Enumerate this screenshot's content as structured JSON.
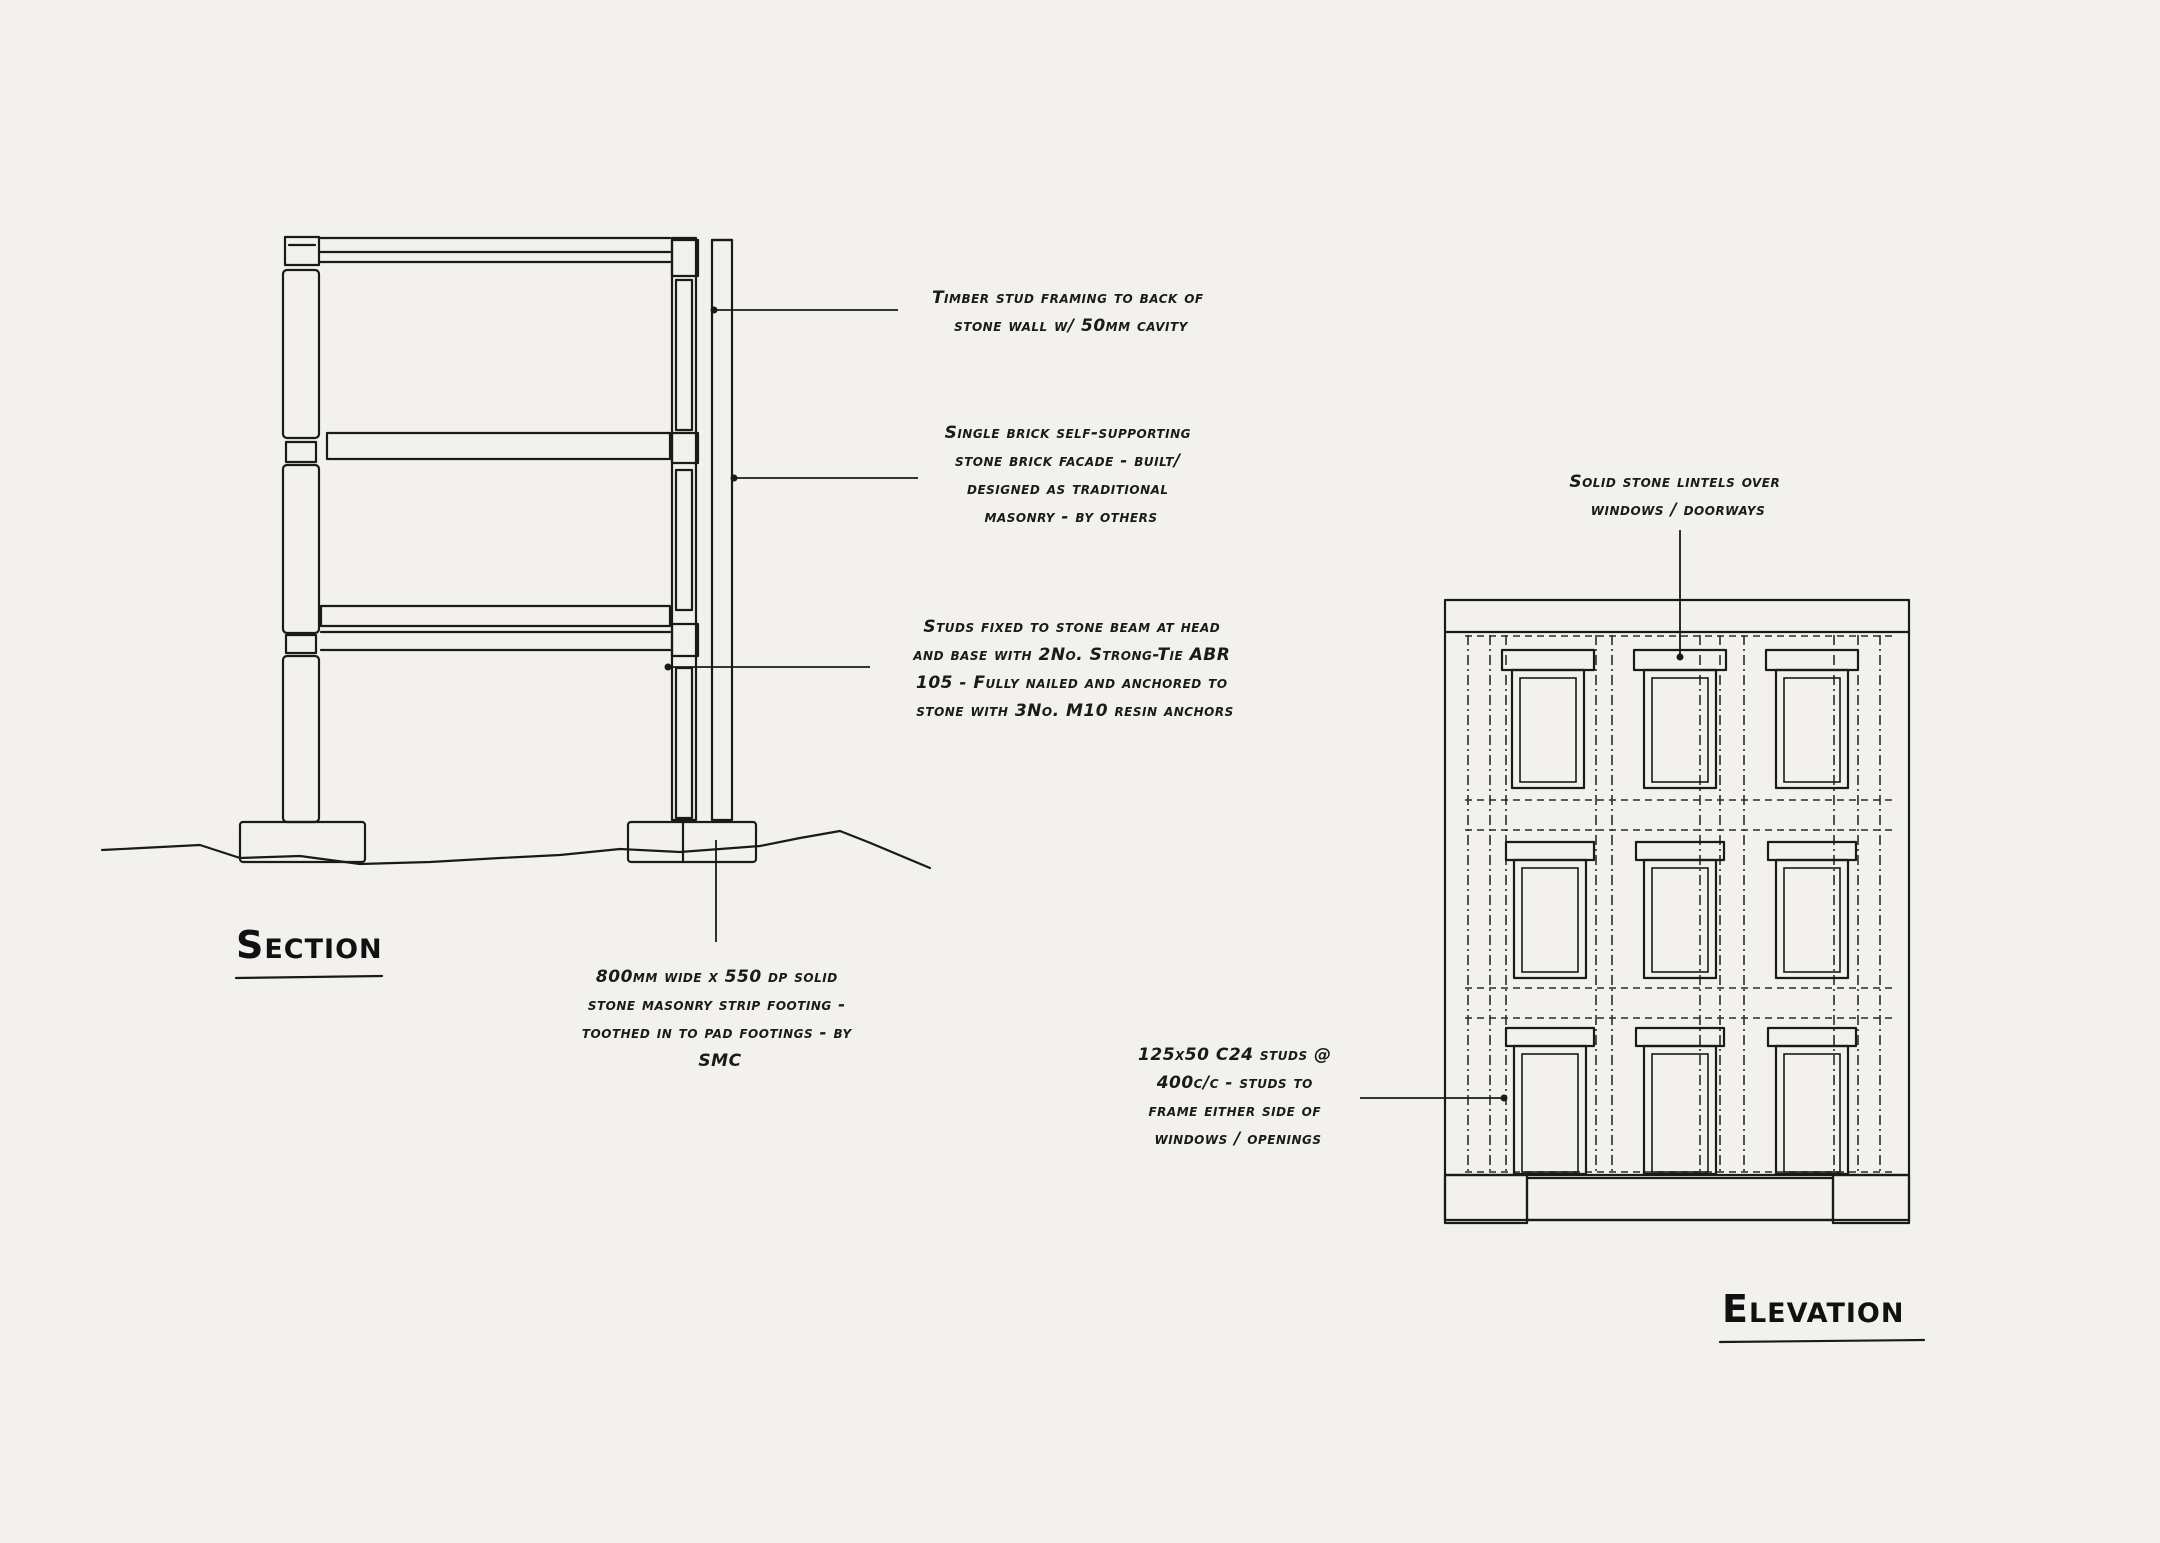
{
  "section": {
    "title": "Section",
    "notes": {
      "timber_stud": [
        "Timber stud framing to back of",
        "stone wall w/ 50mm cavity"
      ],
      "brick_facade": [
        "Single brick self-supporting",
        "stone brick facade - built/",
        "designed as traditional",
        "masonry - by others"
      ],
      "studs_fixed": [
        "Studs fixed to stone beam at head",
        "and base with 2No. Strong-Tie ABR",
        "105 - Fully nailed and anchored to",
        "stone with 3No. M10 resin anchors"
      ],
      "footing": [
        "800mm wide x 550 dp solid",
        "stone masonry strip footing -",
        "toothed in to pad footings - by",
        "SMC"
      ]
    }
  },
  "elevation": {
    "title": "Elevation",
    "notes": {
      "lintels": [
        "Solid stone lintels over",
        "windows / doorways"
      ],
      "studs": [
        "125x50 C24 studs @",
        "400c/c - studs to",
        "frame either side of",
        "windows / openings"
      ]
    }
  }
}
